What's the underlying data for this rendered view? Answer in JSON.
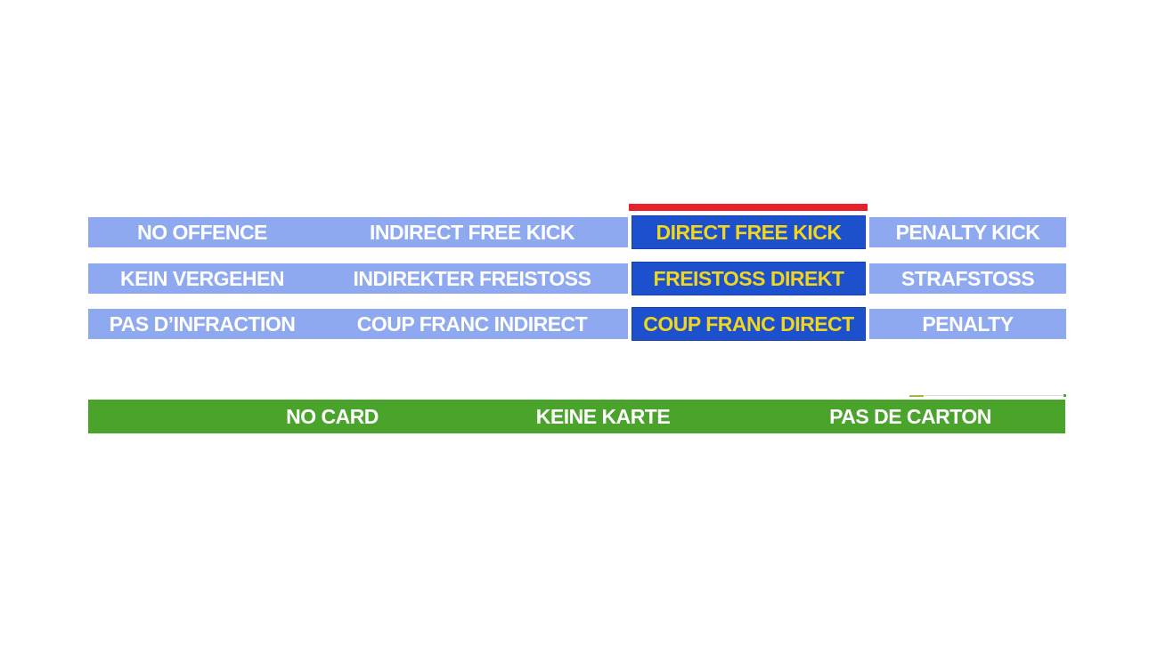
{
  "colors": {
    "light_blue": "#8FA9F1",
    "dark_blue": "#1D50CD",
    "selected_text": "#F0D61E",
    "red_indicator": "#E8222B",
    "green": "#4AA32A",
    "text_white": "#FFFFFF"
  },
  "quiz": {
    "selected_answer": "DIRECT FREE KICK",
    "rows": [
      {
        "cells": [
          {
            "label": "NO OFFENCE",
            "selected": false
          },
          {
            "label": "INDIRECT FREE KICK",
            "selected": false
          },
          {
            "label": "DIRECT FREE KICK",
            "selected": true
          },
          {
            "label": "PENALTY KICK",
            "selected": false
          }
        ]
      },
      {
        "cells": [
          {
            "label": "KEIN VERGEHEN",
            "selected": false
          },
          {
            "label": "INDIREKTER FREISTOSS",
            "selected": false
          },
          {
            "label": "FREISTOSS DIREKT",
            "selected": true
          },
          {
            "label": "STRAFSTOSS",
            "selected": false
          }
        ]
      },
      {
        "cells": [
          {
            "label": "PAS D’INFRACTION",
            "selected": false
          },
          {
            "label": "COUP FRANC INDIRECT",
            "selected": false
          },
          {
            "label": "COUP FRANC DIRECT",
            "selected": true
          },
          {
            "label": "PENALTY",
            "selected": false
          }
        ]
      }
    ]
  },
  "card_bar": {
    "items": [
      {
        "label": "NO CARD"
      },
      {
        "label": "KEINE KARTE"
      },
      {
        "label": "PAS DE CARTON"
      }
    ]
  }
}
